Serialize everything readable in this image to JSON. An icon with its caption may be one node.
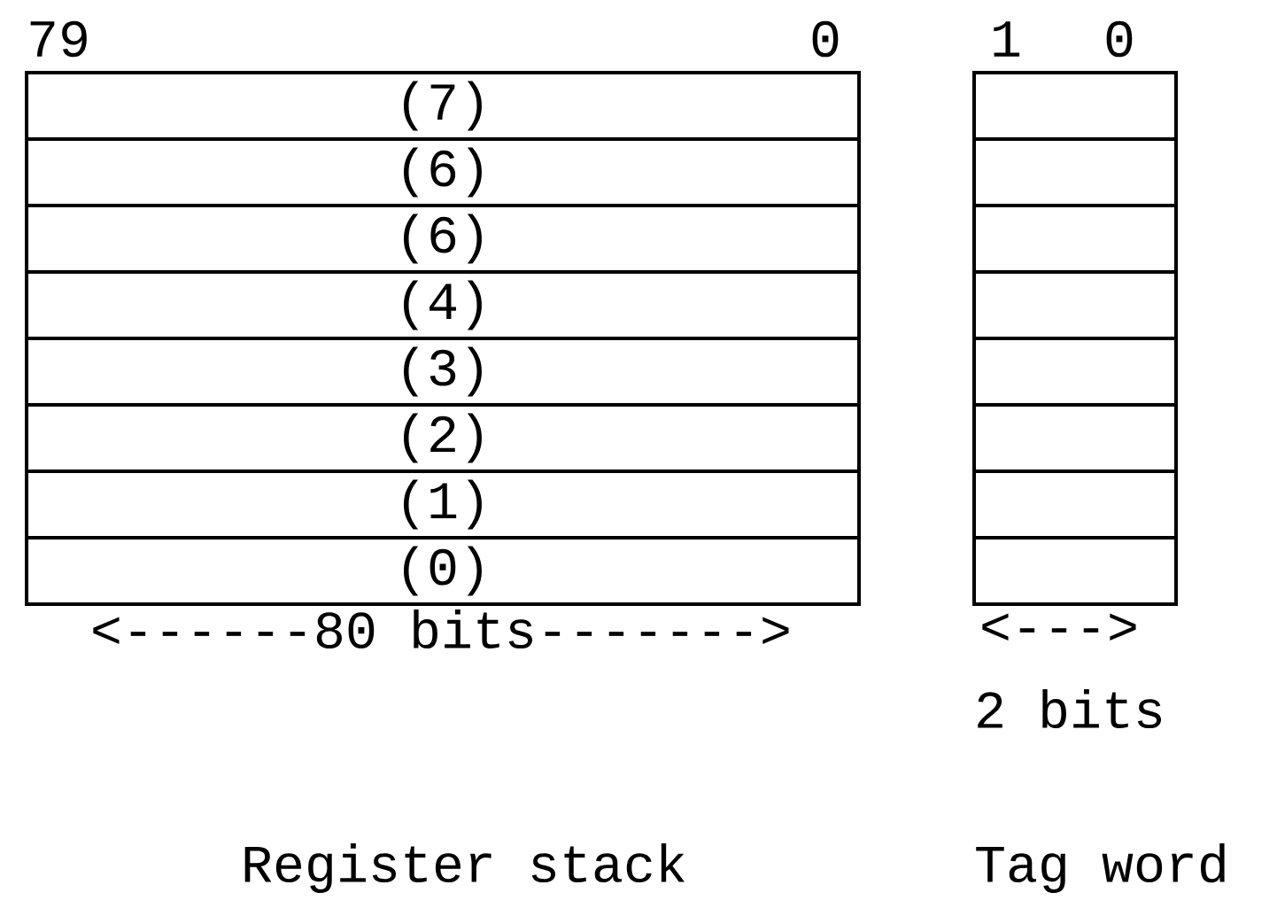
{
  "diagram": {
    "nodes": [
      {
        "text": [
          "(7)"
        ]
      },
      {
        "text": [
          "(6)"
        ]
      },
      {
        "text": [
          "(6)"
        ]
      },
      {
        "text": [
          "(4)"
        ]
      },
      {
        "text": [
          "(3)"
        ]
      },
      {
        "text": [
          "(2)"
        ]
      },
      {
        "text": [
          "(1)"
        ]
      },
      {
        "text": [
          "(0)"
        ]
      },
      {
        "text": [],
        "shape": "box"
      },
      {
        "text": [],
        "shape": "box"
      },
      {
        "text": [],
        "shape": "box"
      },
      {
        "text": [],
        "shape": "box"
      },
      {
        "text": [],
        "shape": "box"
      },
      {
        "text": [],
        "shape": "box"
      },
      {
        "text": [],
        "shape": "box"
      },
      {
        "text": [],
        "shape": "box"
      }
    ],
    "edges": [],
    "labels": [
      "79",
      "0",
      "1",
      "0",
      "<------80 bits------->",
      "<--->",
      "2 bits",
      "Register stack",
      "Tag word"
    ]
  }
}
